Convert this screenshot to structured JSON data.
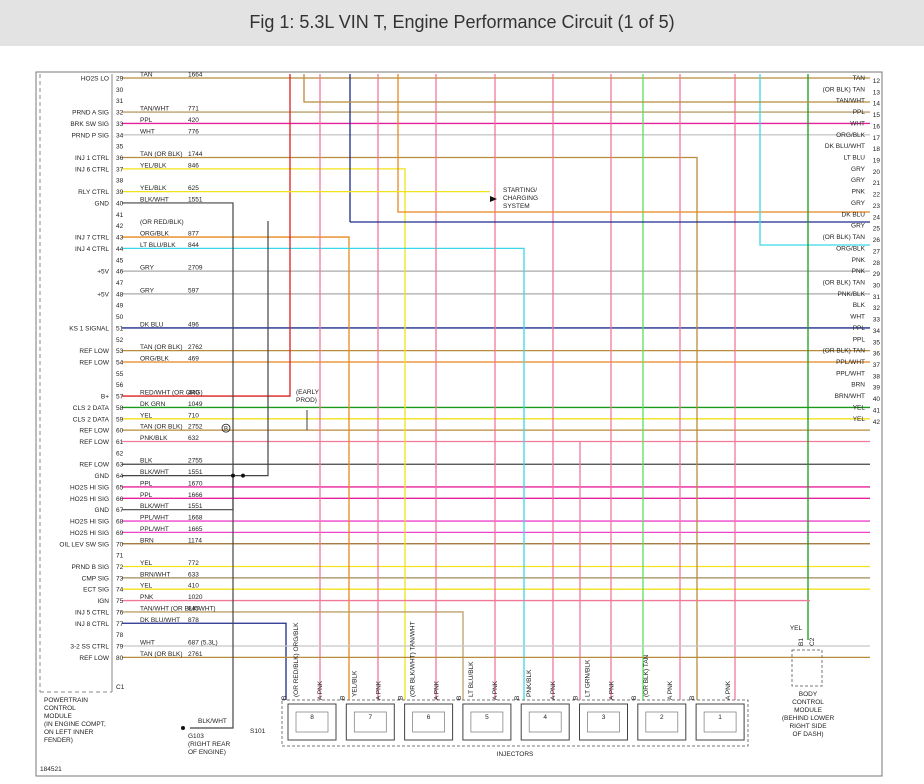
{
  "figure": {
    "title": "Fig 1: 5.3L VIN T, Engine Performance Circuit (1 of 5)"
  },
  "pcm": {
    "name_lines": [
      "POWERTRAIN",
      "CONTROL",
      "MODULE",
      "(IN ENGINE COMPT,",
      "ON LEFT INNER",
      "FENDER)"
    ],
    "connector": "C1",
    "ref_number": "184521"
  },
  "pins": [
    {
      "n": "29",
      "label": "HO2S LO",
      "color": "TAN",
      "circuit": "1664"
    },
    {
      "n": "30",
      "label": "",
      "color": "",
      "circuit": ""
    },
    {
      "n": "31",
      "label": "",
      "color": "",
      "circuit": ""
    },
    {
      "n": "32",
      "label": "PRND A SIG",
      "color": "TAN/WHT",
      "circuit": "771"
    },
    {
      "n": "33",
      "label": "BRK SW SIG",
      "color": "PPL",
      "circuit": "420"
    },
    {
      "n": "34",
      "label": "PRND P SIG",
      "color": "WHT",
      "circuit": "776"
    },
    {
      "n": "35",
      "label": "",
      "color": "",
      "circuit": ""
    },
    {
      "n": "36",
      "label": "INJ 1 CTRL",
      "color": "TAN  (OR BLK)",
      "circuit": "1744"
    },
    {
      "n": "37",
      "label": "INJ 6 CTRL",
      "color": "YEL/BLK",
      "circuit": "846"
    },
    {
      "n": "38",
      "label": "",
      "color": "",
      "circuit": ""
    },
    {
      "n": "39",
      "label": "RLY CTRL",
      "color": "YEL/BLK",
      "circuit": "625"
    },
    {
      "n": "40",
      "label": "GND",
      "color": "BLK/WHT",
      "circuit": "1551"
    },
    {
      "n": "41",
      "label": "",
      "color": "",
      "circuit": ""
    },
    {
      "n": "42",
      "label": "",
      "color": "(OR RED/BLK)",
      "circuit": ""
    },
    {
      "n": "43",
      "label": "INJ 7 CTRL",
      "color": "ORG/BLK",
      "circuit": "877"
    },
    {
      "n": "44",
      "label": "INJ 4 CTRL",
      "color": "LT BLU/BLK",
      "circuit": "844"
    },
    {
      "n": "45",
      "label": "",
      "color": "",
      "circuit": ""
    },
    {
      "n": "46",
      "label": "+5V",
      "color": "GRY",
      "circuit": "2709"
    },
    {
      "n": "47",
      "label": "",
      "color": "",
      "circuit": ""
    },
    {
      "n": "48",
      "label": "+5V",
      "color": "GRY",
      "circuit": "597"
    },
    {
      "n": "49",
      "label": "",
      "color": "",
      "circuit": ""
    },
    {
      "n": "50",
      "label": "",
      "color": "",
      "circuit": ""
    },
    {
      "n": "51",
      "label": "KS 1 SIGNAL",
      "color": "DK BLU",
      "circuit": "496"
    },
    {
      "n": "52",
      "label": "",
      "color": "",
      "circuit": ""
    },
    {
      "n": "53",
      "label": "REF LOW",
      "color": "TAN  (OR BLK)",
      "circuit": "2762"
    },
    {
      "n": "54",
      "label": "REF LOW",
      "color": "ORG/BLK",
      "circuit": "469"
    },
    {
      "n": "55",
      "label": "",
      "color": "",
      "circuit": ""
    },
    {
      "n": "56",
      "label": "",
      "color": "",
      "circuit": ""
    },
    {
      "n": "57",
      "label": "B+",
      "color": "RED/WHT    (OR ORG)",
      "circuit": "440"
    },
    {
      "n": "58",
      "label": "CLS 2 DATA",
      "color": "DK GRN",
      "circuit": "1049"
    },
    {
      "n": "59",
      "label": "CLS 2 DATA",
      "color": "YEL",
      "circuit": "710"
    },
    {
      "n": "60",
      "label": "REF LOW",
      "color": "TAN  (OR BLK)",
      "circuit": "2752"
    },
    {
      "n": "61",
      "label": "REF LOW",
      "color": "PNK/BLK",
      "circuit": "632"
    },
    {
      "n": "62",
      "label": "",
      "color": "",
      "circuit": ""
    },
    {
      "n": "63",
      "label": "REF LOW",
      "color": "BLK",
      "circuit": "2755"
    },
    {
      "n": "64",
      "label": "GND",
      "color": "BLK/WHT",
      "circuit": "1551"
    },
    {
      "n": "65",
      "label": "HO2S HI SIG",
      "color": "PPL",
      "circuit": "1670"
    },
    {
      "n": "66",
      "label": "HO2S HI SIG",
      "color": "PPL",
      "circuit": "1666"
    },
    {
      "n": "67",
      "label": "GND",
      "color": "BLK/WHT",
      "circuit": "1551"
    },
    {
      "n": "68",
      "label": "HO2S HI SIG",
      "color": "PPL/WHT",
      "circuit": "1668"
    },
    {
      "n": "69",
      "label": "HO2S HI SIG",
      "color": "PPL/WHT",
      "circuit": "1665"
    },
    {
      "n": "70",
      "label": "OIL LEV SW SIG",
      "color": "BRN",
      "circuit": "1174"
    },
    {
      "n": "71",
      "label": "",
      "color": "",
      "circuit": ""
    },
    {
      "n": "72",
      "label": "PRND B SIG",
      "color": "YEL",
      "circuit": "772"
    },
    {
      "n": "73",
      "label": "CMP SIG",
      "color": "BRN/WHT",
      "circuit": "633"
    },
    {
      "n": "74",
      "label": "ECT SIG",
      "color": "YEL",
      "circuit": "410"
    },
    {
      "n": "75",
      "label": "IGN",
      "color": "PNK",
      "circuit": "1020"
    },
    {
      "n": "76",
      "label": "INJ 5 CTRL",
      "color": "TAN/WHT    (OR BLK/WHT)",
      "circuit": "845"
    },
    {
      "n": "77",
      "label": "INJ 8 CTRL",
      "color": "DK BLU/WHT",
      "circuit": "878"
    },
    {
      "n": "78",
      "label": "",
      "color": "",
      "circuit": ""
    },
    {
      "n": "79",
      "label": "3-2 SS CTRL",
      "color": "WHT",
      "circuit": "687    (5.3L)"
    },
    {
      "n": "80",
      "label": "REF LOW",
      "color": "TAN    (OR BLK)",
      "circuit": "2761"
    }
  ],
  "right_refs": [
    {
      "n": "12",
      "color": "TAN"
    },
    {
      "n": "13",
      "color": "(OR BLK)  TAN"
    },
    {
      "n": "14",
      "color": "TAN/WHT"
    },
    {
      "n": "15",
      "color": "PPL"
    },
    {
      "n": "16",
      "color": "WHT"
    },
    {
      "n": "17",
      "color": "ORG/BLK"
    },
    {
      "n": "18",
      "color": "DK BLU/WHT"
    },
    {
      "n": "19",
      "color": "LT BLU"
    },
    {
      "n": "20",
      "color": "GRY"
    },
    {
      "n": "21",
      "color": "GRY"
    },
    {
      "n": "22",
      "color": "PNK"
    },
    {
      "n": "23",
      "color": "GRY"
    },
    {
      "n": "24",
      "color": "DK BLU"
    },
    {
      "n": "25",
      "color": "GRY"
    },
    {
      "n": "26",
      "color": "(OR BLK)  TAN"
    },
    {
      "n": "27",
      "color": "ORG/BLK"
    },
    {
      "n": "28",
      "color": "PNK"
    },
    {
      "n": "29",
      "color": "PNK"
    },
    {
      "n": "30",
      "color": "(OR BLK)  TAN"
    },
    {
      "n": "31",
      "color": "PNK/BLK"
    },
    {
      "n": "32",
      "color": "BLK"
    },
    {
      "n": "33",
      "color": "WHT"
    },
    {
      "n": "34",
      "color": "PPL"
    },
    {
      "n": "35",
      "color": "PPL"
    },
    {
      "n": "36",
      "color": "(OR BLK)  TAN"
    },
    {
      "n": "37",
      "color": "PPL/WHT"
    },
    {
      "n": "38",
      "color": "PPL/WHT"
    },
    {
      "n": "39",
      "color": "BRN"
    },
    {
      "n": "40",
      "color": "BRN/WHT"
    },
    {
      "n": "41",
      "color": "YEL"
    },
    {
      "n": "42",
      "color": "YEL"
    }
  ],
  "injectors": {
    "title": "INJECTORS",
    "items": [
      {
        "num": "8",
        "b": "B",
        "a": "A  PNK",
        "wire": "(OR RED/BLK) ORG/BLK"
      },
      {
        "num": "7",
        "b": "B",
        "a": "A  PNK",
        "wire": "YEL/BLK"
      },
      {
        "num": "6",
        "b": "B",
        "a": "A  PNK",
        "wire": "(OR BLK/WHT) TAN/WHT"
      },
      {
        "num": "5",
        "b": "B",
        "a": "A  PNK",
        "wire": "LT BLU/BLK"
      },
      {
        "num": "4",
        "b": "B",
        "a": "A  PNK",
        "wire": "PNK/BLK"
      },
      {
        "num": "3",
        "b": "B",
        "a": "A  PNK",
        "wire": "LT GRN/BLK"
      },
      {
        "num": "2",
        "b": "B",
        "a": "A  PNK",
        "wire": "(OR BLK) TAN"
      },
      {
        "num": "1",
        "b": "B",
        "a": "A  PNK",
        "wire": ""
      }
    ]
  },
  "bcm": {
    "wire": "YEL",
    "pin": "B1",
    "conn": "C2",
    "lines": [
      "BODY",
      "CONTROL",
      "MODULE",
      "(BEHIND LOWER",
      "RIGHT SIDE",
      "OF DASH)"
    ]
  },
  "ground": {
    "wire": "BLK/WHT",
    "name": "G103",
    "lines": [
      "(RIGHT REAR",
      "OF ENGINE)"
    ],
    "splice": "S101"
  },
  "notes": {
    "starting": [
      "STARTING/",
      "CHARGING",
      "SYSTEM"
    ],
    "early": [
      "(EARLY",
      "PROD)"
    ],
    "b_marker": "B"
  },
  "colors": {
    "TAN": "#b88c3a",
    "TAN_WHT": "#bba06a",
    "PPL": "#e8209c",
    "PPL_WHT": "#ee44cc",
    "WHT": "#c8c8c8",
    "YEL": "#f2e21b",
    "GRY": "#aaaaaa",
    "DK_BLU": "#1e2a8c",
    "ORG": "#e8881f",
    "RED": "#d92020",
    "DK_GRN": "#1a9a1a",
    "LT_GRN": "#5ce05c",
    "PNK": "#f07898",
    "LT_BLU": "#3ad8e8",
    "BLK": "#444444",
    "BRN": "#9a6a2a",
    "BRN_WHT": "#a08a5a"
  }
}
